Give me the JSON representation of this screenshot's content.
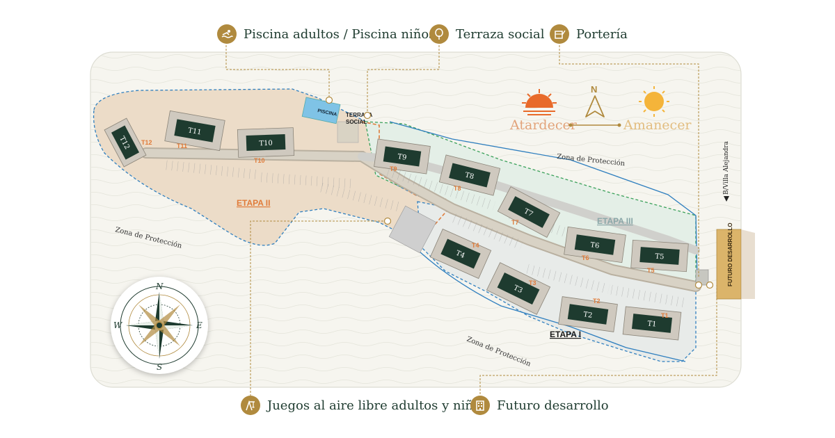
{
  "legend": {
    "top": [
      {
        "label": "Piscina adultos / Piscina niños",
        "icon": "swimmer-icon"
      },
      {
        "label": "Terraza social",
        "icon": "tree-icon"
      },
      {
        "label": "Portería",
        "icon": "guard-booth-icon"
      }
    ],
    "bottom": [
      {
        "label": "Juegos al aire libre adultos y niños",
        "icon": "playground-icon"
      },
      {
        "label": "Futuro desarrollo",
        "icon": "building-icon"
      }
    ]
  },
  "orientation": {
    "sunset": "Atardecer",
    "sunrise": "Amanecer",
    "north": "N"
  },
  "compass": {
    "n": "N",
    "s": "S",
    "e": "E",
    "w": "W"
  },
  "stages": {
    "etapa1": "ETAPA I",
    "etapa2": "ETAPA II",
    "etapa3": "ETAPA III"
  },
  "zones": {
    "protection": "Zona de Protección"
  },
  "facilities": {
    "piscina": "PISCINA",
    "terraza_line1": "TERRAZA",
    "terraza_line2": "SOCIAL",
    "future": "FUTURO DESARROLLO",
    "road": "B/Villa Alejandra"
  },
  "towers": {
    "T1": "T1",
    "T2": "T2",
    "T3": "T3",
    "T4": "T4",
    "T5": "T5",
    "T6": "T6",
    "T7": "T7",
    "T8": "T8",
    "T9": "T9",
    "T10": "T10",
    "T11": "T11",
    "T12": "T12"
  },
  "colors": {
    "gold": "#b08a3e",
    "dark_green": "#1e3b2f",
    "orange": "#e07b39",
    "blue": "#2f7fbf",
    "green_dash": "#3aa05a"
  }
}
